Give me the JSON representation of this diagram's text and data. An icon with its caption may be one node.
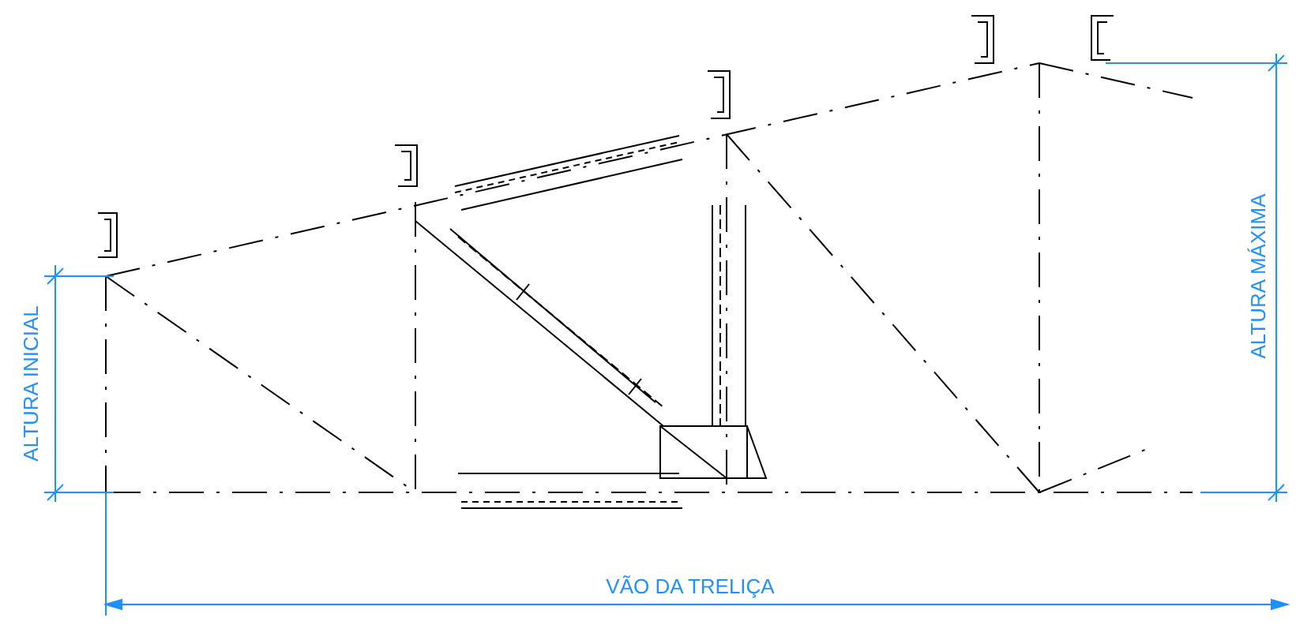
{
  "diagram": {
    "labels": [
      "ALTURA MÁXIMA",
      "ALTURA INICIAL",
      "VÃO DA TRELIÇA"
    ]
  }
}
